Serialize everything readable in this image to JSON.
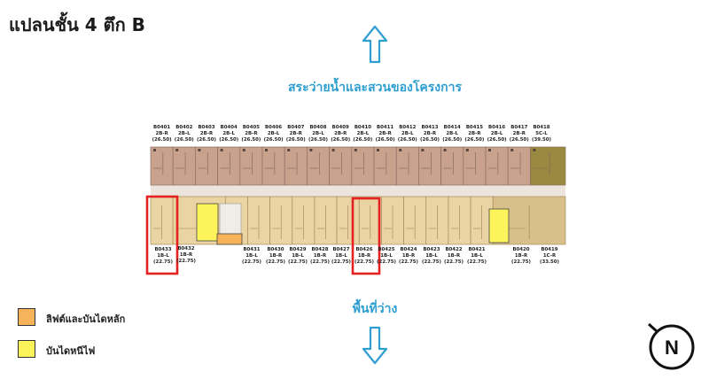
{
  "title": "แปลนชั้น 4 ตึก B",
  "north_label": "สระว่ายน้ำและสวนของโครงการ",
  "south_label": "พื้นที่ว่าง",
  "compass_letter": "N",
  "legend": [
    {
      "label": "ลิฟต์และบันไดหลัก",
      "color": "#f7b35a"
    },
    {
      "label": "บันไดหนีไฟ",
      "color": "#fdf35a"
    }
  ],
  "colors": {
    "north_units": "#c9a28e",
    "south_units": "#ead4a4",
    "corridor": "#ece5dd",
    "large_unit": "#9a8a41",
    "highlight": "#e42222",
    "arrow": "#2e9fd0"
  },
  "north_units": [
    {
      "id": "B0401",
      "type": "2B-R",
      "area": "(26.50)"
    },
    {
      "id": "B0402",
      "type": "2B-L",
      "area": "(26.50)"
    },
    {
      "id": "B0403",
      "type": "2B-R",
      "area": "(26.50)"
    },
    {
      "id": "B0404",
      "type": "2B-L",
      "area": "(26.50)"
    },
    {
      "id": "B0405",
      "type": "2B-R",
      "area": "(26.50)"
    },
    {
      "id": "B0406",
      "type": "2B-L",
      "area": "(26.50)"
    },
    {
      "id": "B0407",
      "type": "2B-R",
      "area": "(26.50)"
    },
    {
      "id": "B0408",
      "type": "2B-L",
      "area": "(26.50)"
    },
    {
      "id": "B0409",
      "type": "2B-R",
      "area": "(26.50)"
    },
    {
      "id": "B0410",
      "type": "2B-L",
      "area": "(26.50)"
    },
    {
      "id": "B0411",
      "type": "2B-R",
      "area": "(26.50)"
    },
    {
      "id": "B0412",
      "type": "2B-L",
      "area": "(26.50)"
    },
    {
      "id": "B0413",
      "type": "2B-R",
      "area": "(26.50)"
    },
    {
      "id": "B0414",
      "type": "2B-L",
      "area": "(26.50)"
    },
    {
      "id": "B0415",
      "type": "2B-R",
      "area": "(26.50)"
    },
    {
      "id": "B0416",
      "type": "2B-L",
      "area": "(26.50)"
    },
    {
      "id": "B0417",
      "type": "2B-R",
      "area": "(26.50)"
    },
    {
      "id": "B0418",
      "type": "5C-L",
      "area": "(39.50)"
    }
  ],
  "south_units": [
    {
      "id": "B0433",
      "type": "1B-L",
      "area": "(22.75)"
    },
    {
      "id": "B0432",
      "type": "1B-R",
      "area": "(22.75)"
    },
    {
      "id": "B0431",
      "type": "1B-L",
      "area": "(22.75)"
    },
    {
      "id": "B0430",
      "type": "1B-R",
      "area": "(22.75)"
    },
    {
      "id": "B0429",
      "type": "1B-L",
      "area": "(22.75)"
    },
    {
      "id": "B0428",
      "type": "1B-R",
      "area": "(22.75)"
    },
    {
      "id": "B0427",
      "type": "1B-L",
      "area": "(22.75)"
    },
    {
      "id": "B0426",
      "type": "1B-R",
      "area": "(22.75)"
    },
    {
      "id": "B0425",
      "type": "1B-L",
      "area": "(22.75)"
    },
    {
      "id": "B0424",
      "type": "1B-R",
      "area": "(22.75)"
    },
    {
      "id": "B0423",
      "type": "1B-L",
      "area": "(22.75)"
    },
    {
      "id": "B0422",
      "type": "1B-R",
      "area": "(22.75)"
    },
    {
      "id": "B0421",
      "type": "1B-L",
      "area": "(22.75)"
    },
    {
      "id": "B0420",
      "type": "1B-R",
      "area": "(22.75)"
    },
    {
      "id": "B0419",
      "type": "1C-R",
      "area": "(33.50)"
    }
  ]
}
